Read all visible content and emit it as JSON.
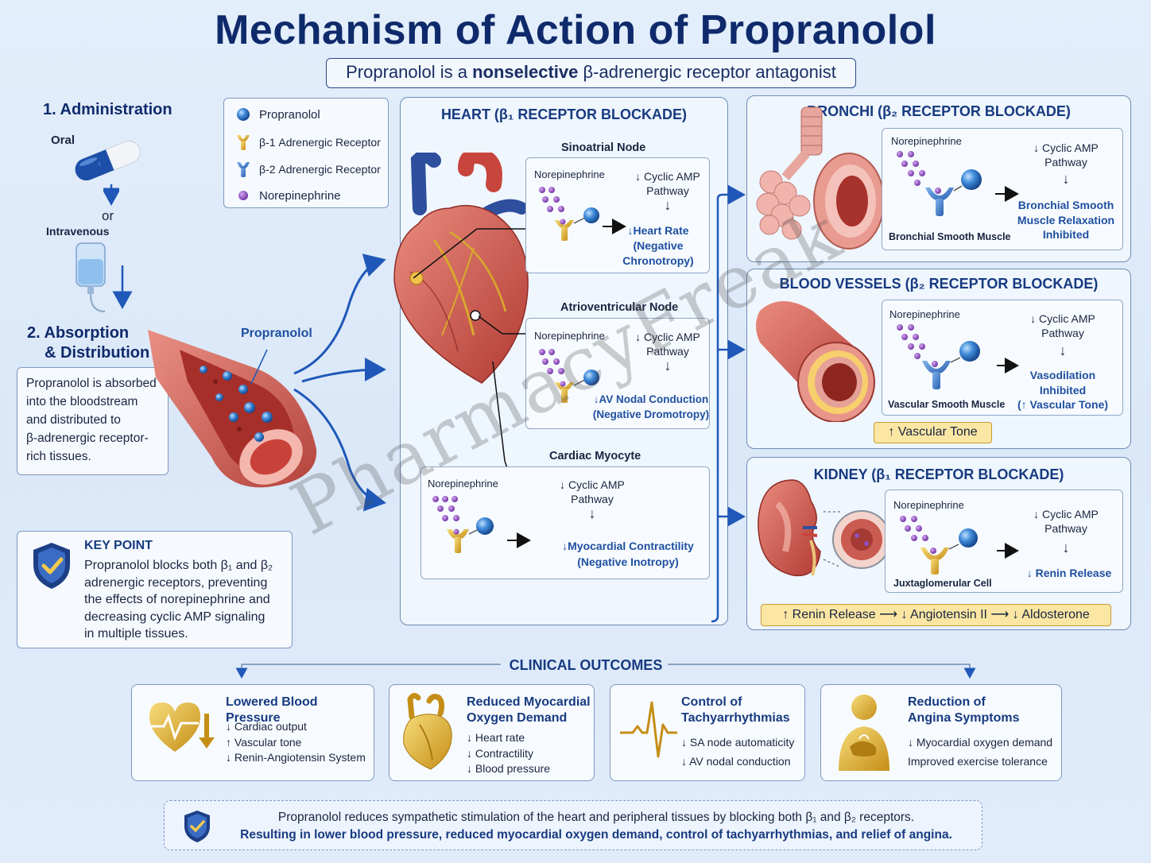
{
  "title": "Mechanism of Action of Propranolol",
  "subtitle": {
    "pre": "Propranolol is a ",
    "bold": "nonselective",
    "post": " β-adrenergic receptor antagonist"
  },
  "administration": {
    "heading": "1. Administration",
    "oral": "Oral",
    "or": "or",
    "iv": "Intravenous"
  },
  "absorption": {
    "heading_line1": "2. Absorption",
    "heading_line2": "& Distribution",
    "vessel_label": "Propranolol",
    "text_lines": [
      "Propranolol is absorbed",
      "into the bloodstream",
      "and distributed to",
      "β-adrenergic receptor-",
      "rich tissues."
    ]
  },
  "legend": {
    "items": [
      {
        "label": "Propranolol",
        "icon": "blue-sphere-icon"
      },
      {
        "label": "β-1 Adrenergic Receptor",
        "icon": "gold-receptor-icon"
      },
      {
        "label": "β-2 Adrenergic Receptor",
        "icon": "blue-receptor-icon"
      },
      {
        "label": "Norepinephrine",
        "icon": "purple-dot-icon"
      }
    ]
  },
  "key_point": {
    "heading": "KEY POINT",
    "lines": [
      "Propranolol blocks both β₁ and β₂",
      "adrenergic receptors, preventing",
      "the effects of norepinephrine and",
      "decreasing cyclic AMP signaling",
      "in multiple tissues."
    ]
  },
  "heart": {
    "title": "HEART (β₁ RECEPTOR BLOCKADE)",
    "sa": {
      "node": "Sinoatrial Node",
      "ne": "Norepinephrine",
      "camp": [
        "↓ Cyclic AMP",
        "Pathway"
      ],
      "arrow": "↓",
      "effect": [
        "↓Heart Rate",
        "(Negative",
        "Chronotropy)"
      ]
    },
    "av": {
      "node": "Atrioventricular Node",
      "ne": "Norepinephrine",
      "camp": [
        "↓ Cyclic AMP",
        "Pathway"
      ],
      "arrow": "↓",
      "effect": [
        "↓AV Nodal Conduction",
        "(Negative Dromotropy)"
      ]
    },
    "myocyte": {
      "node": "Cardiac Myocyte",
      "ne": "Norepinephrine",
      "camp": [
        "↓ Cyclic AMP",
        "Pathway"
      ],
      "arrow": "↓",
      "effect": [
        "↓Myocardial Contractility",
        "(Negative Inotropy)"
      ]
    }
  },
  "bronchi": {
    "title": "BRONCHI (β₂ RECEPTOR BLOCKADE)",
    "ne": "Norepinephrine",
    "cell": "Bronchial Smooth Muscle",
    "camp": [
      "↓ Cyclic AMP",
      "Pathway"
    ],
    "arrow": "↓",
    "effect": [
      "Bronchial Smooth",
      "Muscle Relaxation",
      "Inhibited"
    ]
  },
  "vessels": {
    "title": "BLOOD VESSELS (β₂ RECEPTOR BLOCKADE)",
    "ne": "Norepinephrine",
    "cell": "Vascular Smooth Muscle",
    "camp": [
      "↓ Cyclic AMP",
      "Pathway"
    ],
    "arrow": "↓",
    "effect": [
      "Vasodilation",
      "Inhibited",
      "(↑ Vascular Tone)"
    ],
    "badge": "↑ Vascular Tone"
  },
  "kidney": {
    "title": "KIDNEY (β₁ RECEPTOR BLOCKADE)",
    "ne": "Norepinephrine",
    "cell": "Juxtaglomerular Cell",
    "camp": [
      "↓ Cyclic AMP",
      "Pathway"
    ],
    "arrow": "↓",
    "effect": "↓ Renin Release",
    "badge": "↑ Renin Release ⟶ ↓ Angiotensin II ⟶ ↓ Aldosterone"
  },
  "clinical": {
    "heading": "CLINICAL OUTCOMES",
    "cards": [
      {
        "title": [
          "Lowered Blood Pressure"
        ],
        "lines": [
          "↓ Cardiac output",
          "↑ Vascular tone",
          "↓ Renin-Angiotensin System"
        ],
        "icon": "heart-pulse-icon"
      },
      {
        "title": [
          "Reduced Myocardial",
          "Oxygen Demand"
        ],
        "lines": [
          "↓ Heart rate",
          "↓ Contractility",
          "↓ Blood pressure"
        ],
        "icon": "heart-organ-icon"
      },
      {
        "title": [
          "Control of",
          "Tachyarrhythmias"
        ],
        "lines": [
          "↓ SA node automaticity",
          "↓ AV nodal conduction"
        ],
        "icon": "ecg-icon"
      },
      {
        "title": [
          "Reduction of",
          "Angina Symptoms"
        ],
        "lines": [
          "↓ Myocardial oxygen demand",
          "Improved exercise tolerance"
        ],
        "icon": "chest-pain-person-icon"
      }
    ]
  },
  "footer": {
    "line1": "Propranolol reduces sympathetic stimulation of the heart and peripheral tissues by blocking both β₁ and β₂ receptors.",
    "line2": "Resulting in lower blood pressure, reduced myocardial oxygen demand, control of tachyarrhythmias, and relief of angina."
  },
  "watermark": "PharmacyFreak",
  "colors": {
    "navy": "#0f2a6b",
    "accent_blue": "#1f4fa0",
    "gold": "#d9a82e",
    "purple": "#8e4fbf",
    "red_tissue": "#c8453e"
  }
}
